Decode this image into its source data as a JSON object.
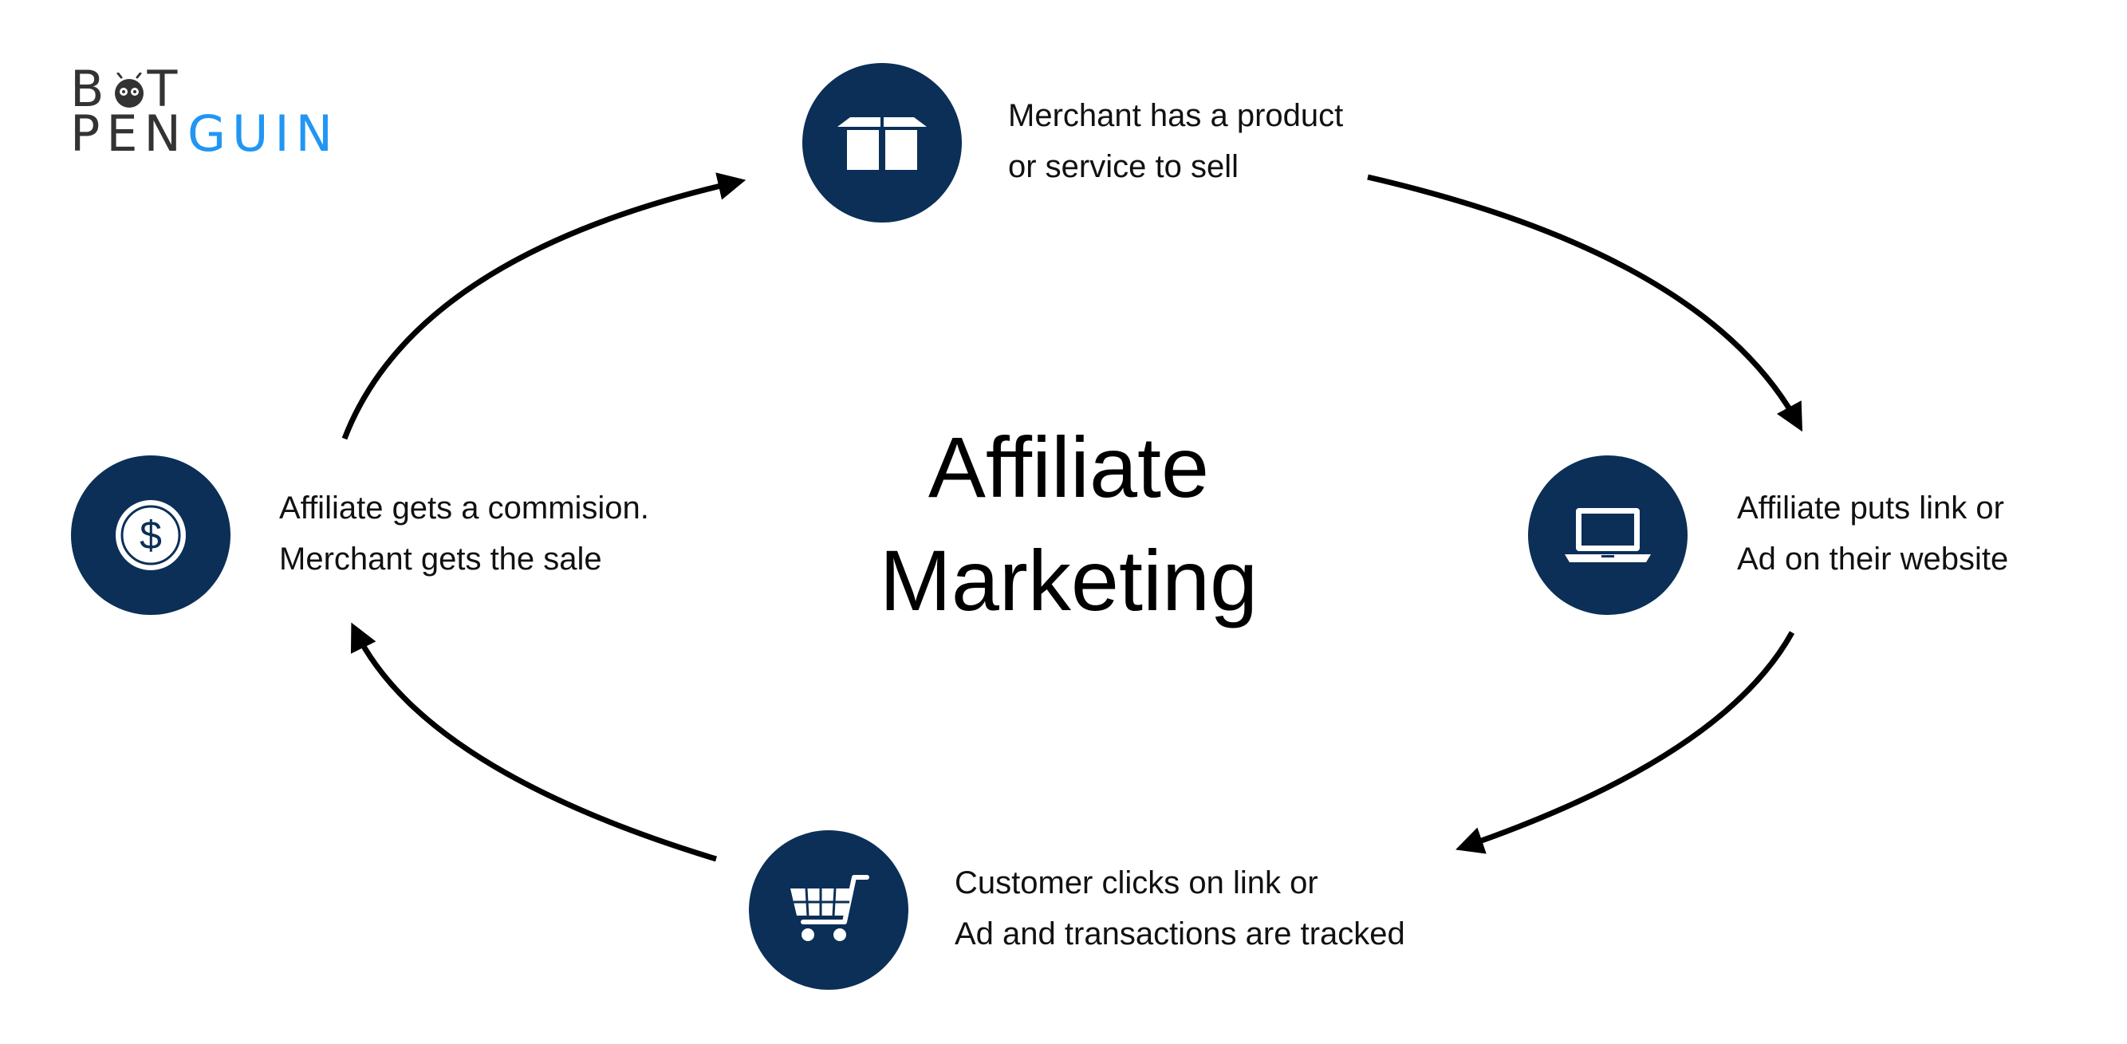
{
  "logo": {
    "line1_left": "B",
    "line1_right": "T",
    "line2_dark": "PEN",
    "line2_accent": "GUIN",
    "accent_color": "#2196f3",
    "dark_color": "#333333",
    "mark_icon": "penguin-owl-icon"
  },
  "title": {
    "line1": "Affiliate",
    "line2": "Marketing"
  },
  "colors": {
    "circle": "#0b2f57",
    "arrow": "#000000",
    "icon": "#ffffff"
  },
  "steps": [
    {
      "icon": "open-box-icon",
      "line1": "Merchant has a product",
      "line2": "or service to sell"
    },
    {
      "icon": "laptop-icon",
      "line1": "Affiliate puts link or",
      "line2": "Ad on their website"
    },
    {
      "icon": "shopping-cart-icon",
      "line1": "Customer clicks on link or",
      "line2": "Ad and transactions are tracked"
    },
    {
      "icon": "dollar-coin-icon",
      "line1": "Affiliate gets a commision.",
      "line2": "Merchant gets the sale"
    }
  ]
}
